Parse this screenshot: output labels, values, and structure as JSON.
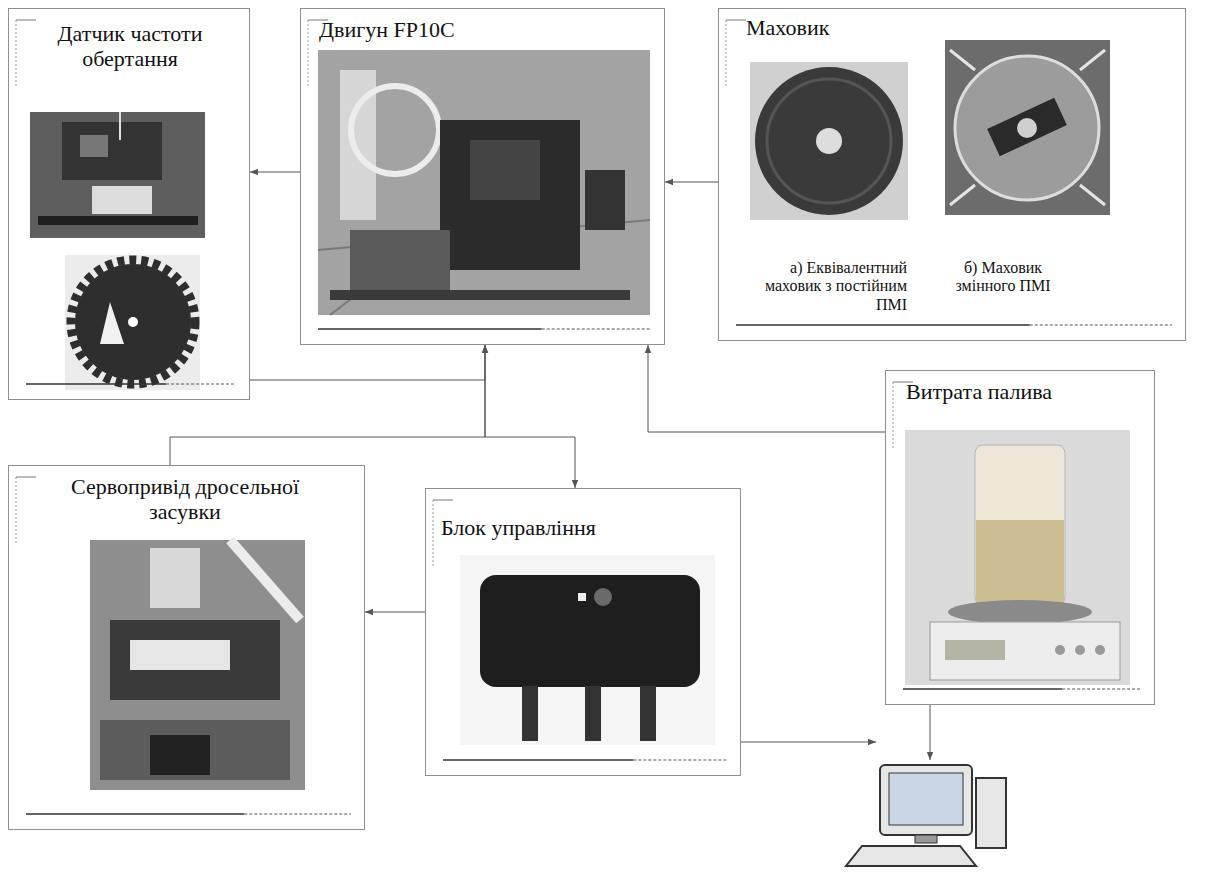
{
  "diagram": {
    "nodes": [
      {
        "text": [
          "Датчик частоти обертання"
        ]
      },
      {
        "text": [
          "Двигун FP10C"
        ]
      },
      {
        "text": [
          "Маховик",
          "а) Еквівалентний маховик з постійним ПМІ",
          "б) Маховик змінного ПМІ"
        ]
      },
      {
        "text": [
          "Витрата палива"
        ]
      },
      {
        "text": [
          "Сервопривід дросельної засувки"
        ]
      },
      {
        "text": [
          "Блок управління"
        ]
      }
    ],
    "edges": [
      {
        "from": 1,
        "to": 0,
        "arrow": "to"
      },
      {
        "from": 2,
        "to": 1,
        "arrow": "to"
      },
      {
        "from": 0,
        "to": 1,
        "arrow": "to"
      },
      {
        "from": 4,
        "to": 1,
        "arrow": "to"
      },
      {
        "from": 1,
        "to": 5,
        "arrow": "to"
      },
      {
        "from": 5,
        "to": 4,
        "arrow": "to"
      },
      {
        "from": 3,
        "to": 1,
        "arrow": "to"
      }
    ]
  }
}
